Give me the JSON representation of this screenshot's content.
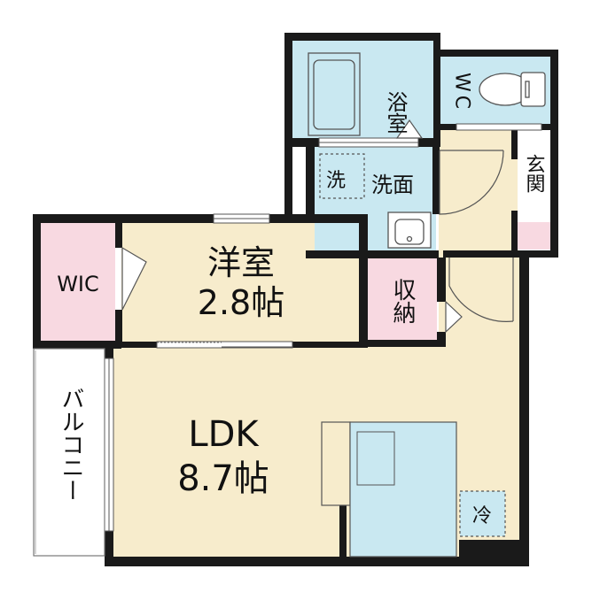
{
  "rooms": {
    "western_room": {
      "name": "洋室",
      "size": "2.8帖"
    },
    "ldk": {
      "name": "LDK",
      "size": "8.7帖"
    },
    "bathroom": {
      "label": "浴室"
    },
    "toilet": {
      "label": "WC"
    },
    "washroom": {
      "label": "洗面"
    },
    "washer": {
      "label": "洗"
    },
    "entrance": {
      "label": "玄関"
    },
    "closet": {
      "label": "収納"
    },
    "wic": {
      "label": "WIC"
    },
    "balcony": {
      "label": "バルコニー"
    },
    "fridge": {
      "label": "冷"
    }
  },
  "colors": {
    "floor": "#f7eccc",
    "wet_area": "#c9e8f1",
    "storage": "#f8d9e1",
    "wall": "#1a1a1a",
    "outline": "#555555"
  }
}
